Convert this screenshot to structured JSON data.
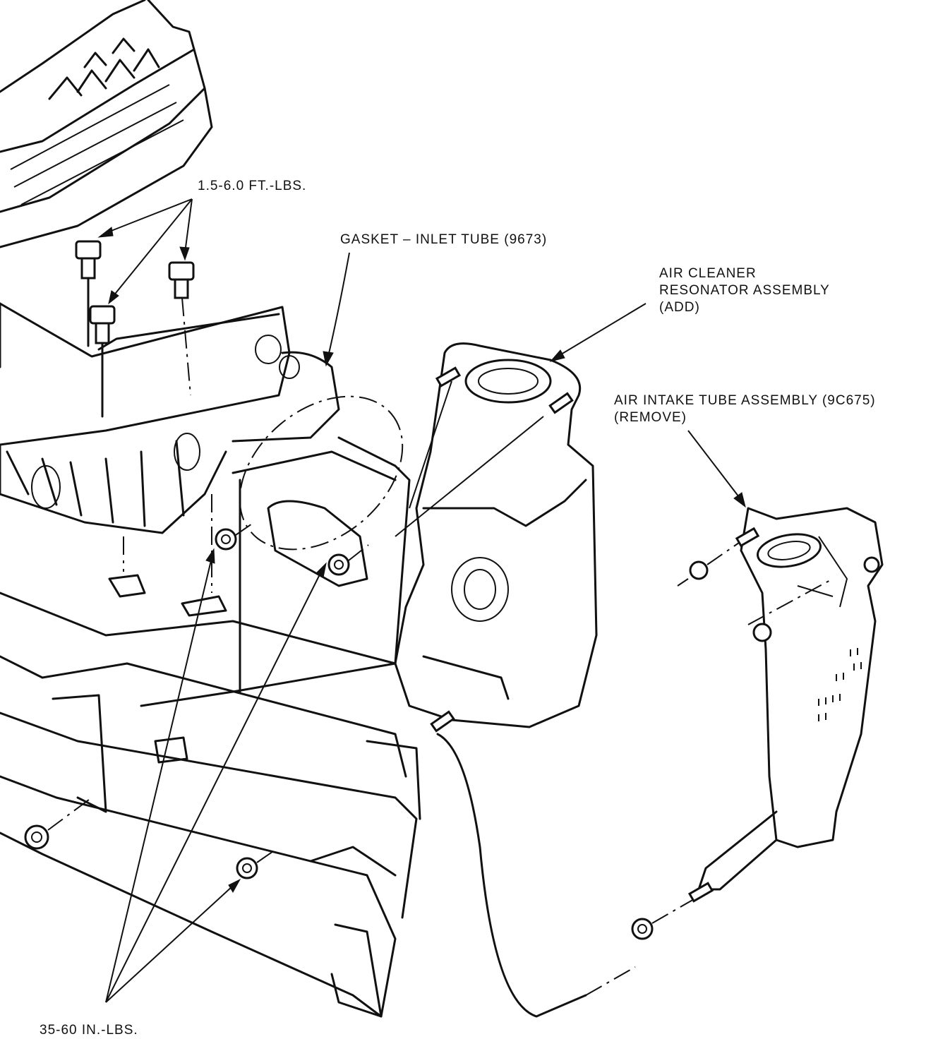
{
  "labels": {
    "torque_top": "1.5-6.0 FT.-LBS.",
    "gasket": "GASKET – INLET TUBE (9673)",
    "resonator": [
      "AIR CLEANER",
      "RESONATOR ASSEMBLY",
      "(ADD)"
    ],
    "intake": [
      "AIR INTAKE TUBE ASSEMBLY (9C675)",
      "(REMOVE)"
    ],
    "torque_bottom": "35-60 IN.-LBS."
  },
  "colors": {
    "ink": "#111111",
    "paper": "#ffffff"
  }
}
